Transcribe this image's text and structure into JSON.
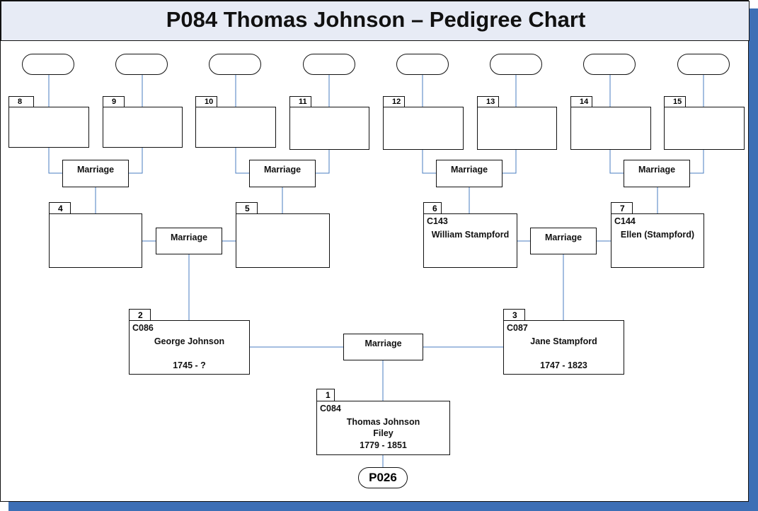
{
  "title": "P084 Thomas Johnson – Pedigree Chart",
  "reference": "P026",
  "marriage_label": "Marriage",
  "people": {
    "p1": {
      "number": "1",
      "code": "C084",
      "name": "Thomas Johnson",
      "place": "Filey",
      "dates": "1779 - 1851"
    },
    "p2": {
      "number": "2",
      "code": "C086",
      "name": "George Johnson",
      "dates": "1745 - ?"
    },
    "p3": {
      "number": "3",
      "code": "C087",
      "name": "Jane Stampford",
      "dates": "1747 - 1823"
    },
    "p4": {
      "number": "4"
    },
    "p5": {
      "number": "5"
    },
    "p6": {
      "number": "6",
      "code": "C143",
      "name": "William Stampford"
    },
    "p7": {
      "number": "7",
      "code": "C144",
      "name": "Ellen (Stampford)"
    },
    "p8": {
      "number": "8"
    },
    "p9": {
      "number": "9"
    },
    "p10": {
      "number": "10"
    },
    "p11": {
      "number": "11"
    },
    "p12": {
      "number": "12"
    },
    "p13": {
      "number": "13"
    },
    "p14": {
      "number": "14"
    },
    "p15": {
      "number": "15"
    }
  }
}
